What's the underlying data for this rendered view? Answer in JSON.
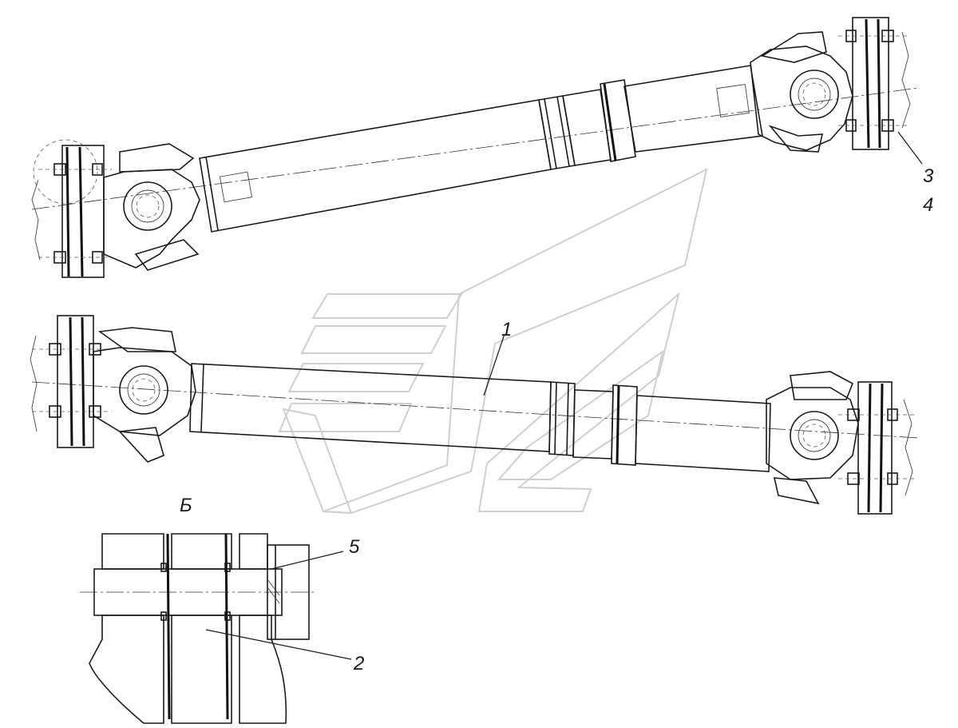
{
  "callouts": {
    "c1": "1",
    "c2": "2",
    "c3": "3",
    "c4": "4",
    "c5": "5"
  },
  "section_label": "Б",
  "colors": {
    "line": "#1a1a1a",
    "watermark": "#cfcfcf",
    "background": "#ffffff"
  }
}
